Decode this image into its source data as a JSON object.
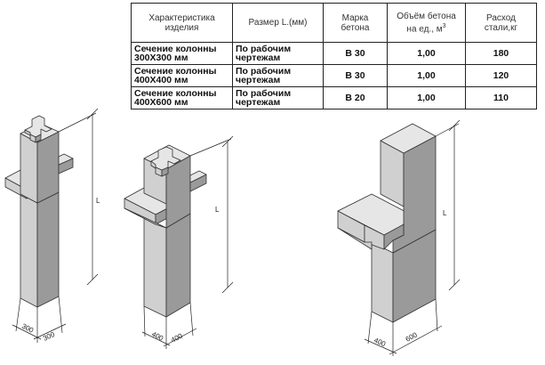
{
  "table": {
    "headers": {
      "characteristic": [
        "Характеристика",
        "изделия"
      ],
      "size": "Размер L.(мм)",
      "grade": [
        "Марка",
        "бетона"
      ],
      "volume_main": "Объём бетона",
      "volume_sub": "на ед., м",
      "volume_sup": "3",
      "steel": [
        "Расход",
        "стали,кг"
      ]
    },
    "rows": [
      {
        "section": [
          "Сечение колонны",
          "300Х300  мм"
        ],
        "size": [
          "По рабочим",
          "чертежам"
        ],
        "grade": "В 30",
        "volume": "1,00",
        "steel": "180"
      },
      {
        "section": [
          "Сечение колонны",
          "400Х400  мм"
        ],
        "size": [
          "По рабочим",
          "чертежам"
        ],
        "grade": "В 30",
        "volume": "1,00",
        "steel": "120"
      },
      {
        "section": [
          "Сечение колонны",
          "400Х600  мм"
        ],
        "size": [
          "По рабочим",
          "чертежам"
        ],
        "grade": "В 20",
        "volume": "1,00",
        "steel": "110"
      }
    ]
  },
  "drawings": [
    {
      "length_label": "L",
      "dim_a": "300",
      "dim_b": "300"
    },
    {
      "length_label": "L",
      "dim_a": "400",
      "dim_b": "400"
    },
    {
      "length_label": "L",
      "dim_a": "400",
      "dim_b": "600"
    }
  ],
  "colors": {
    "front": "#d0d0d0",
    "side": "#9a9a9a",
    "top": "#e6e6e6",
    "edge": "#333333",
    "line": "#222222"
  }
}
